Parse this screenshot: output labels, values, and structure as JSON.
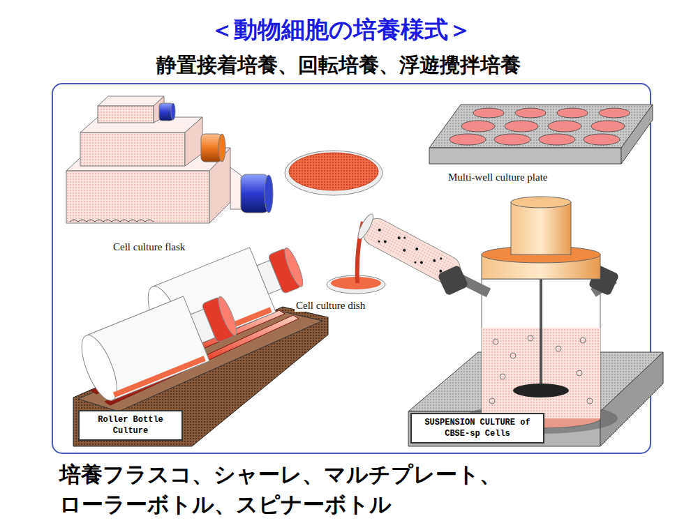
{
  "diagram": {
    "title": "＜動物細胞の培養様式＞",
    "nodes": [
      {
        "text": [
          "Roller Bottle Culture"
        ]
      },
      {
        "text": [
          "SUSPENSION CULTURE of CBSE-sp Cells"
        ]
      }
    ],
    "labels": [
      "静置接着培養、回転培養、浮遊攪拌培養",
      "Cell culture flask",
      "Multi-well culture plate",
      "Cell culture dish",
      "培養フラスコ、シャーレ、マルチプレート、",
      "ローラーボトル、スピナーボトル"
    ]
  }
}
